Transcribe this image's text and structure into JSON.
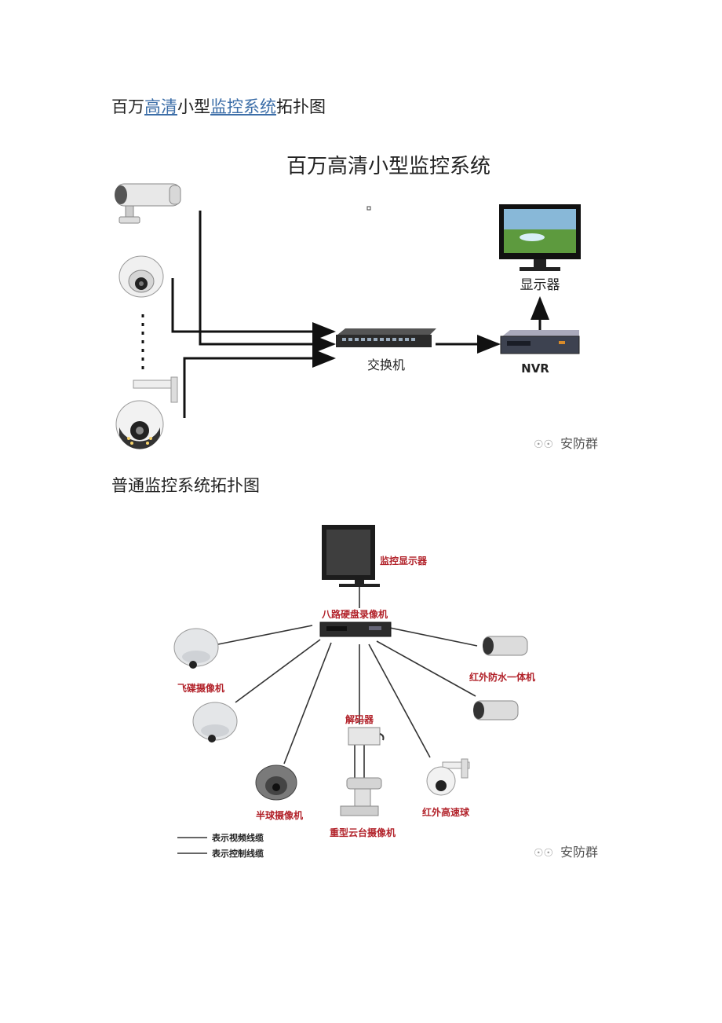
{
  "caption1": {
    "t1": "百万",
    "l1": "高清",
    "t2": "小型",
    "l2": "监控系统",
    "t3": "拓扑图"
  },
  "caption2": "普通监控系统拓扑图",
  "fig1": {
    "title": "百万高清小型监控系统",
    "switch_label": "交换机",
    "nvr_label": "NVR",
    "monitor_label": "显示器",
    "watermark": "安防群",
    "icons": [
      "bullet-camera",
      "dome-camera",
      "ptz-camera",
      "network-switch",
      "nvr",
      "monitor"
    ]
  },
  "fig2": {
    "monitor_label": "监控显示器",
    "dvr_label": "八路硬盘录像机",
    "ufo_label": "飞碟摄像机",
    "ir_label": "红外防水一体机",
    "decoder_label": "解码器",
    "half_dome_label": "半球摄像机",
    "heavy_ptz_label": "重型云台摄像机",
    "speed_dome_label": "红外高速球",
    "legend_video": "表示视频线缆",
    "legend_control": "表示控制线缆",
    "watermark": "安防群",
    "colors": {
      "label_red": "#b2222a"
    }
  }
}
